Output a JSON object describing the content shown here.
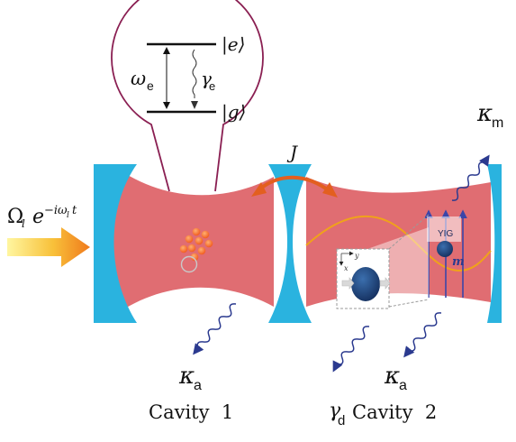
{
  "colors": {
    "mirror": "#2ab3df",
    "cavity_mode": "#e06d72",
    "bubble_outline": "#8a1f52",
    "coupling_arrow": "#e35f1f",
    "decay_arrow": "#2b3a8f",
    "drive_arrow": "#f7a623",
    "atoms": "#f46a24",
    "field_wave": "#f0a21a",
    "yig_sphere": "#1d4c86"
  },
  "atom_level_diagram": {
    "excited_state": "|e⟩",
    "ground_state": "|g⟩",
    "transition_frequency": "ω",
    "transition_frequency_sub": "e",
    "decay_rate": "γ",
    "decay_rate_sub": "e"
  },
  "coupling": {
    "label": "J"
  },
  "drive": {
    "label": "Ω",
    "label_sub": "l",
    "label_exp": "e",
    "label_exp_sup": "−iω",
    "label_exp_sup_sub": "l",
    "label_exp_sup_t": "t"
  },
  "decay": {
    "cavity1": {
      "symbol": "κ",
      "sub": "a"
    },
    "cavity2": {
      "symbol": "κ",
      "sub": "a"
    },
    "magnon": {
      "symbol": "κ",
      "sub": "m"
    },
    "dephasing": {
      "symbol": "γ",
      "sub": "d"
    }
  },
  "magnon": {
    "sphere_label": "YIG",
    "mode_label": "m"
  },
  "inset_axes": {
    "x": "x",
    "y": "y"
  },
  "cavities": {
    "cavity1_label": "Cavity  1",
    "cavity2_label": "Cavity  2"
  }
}
